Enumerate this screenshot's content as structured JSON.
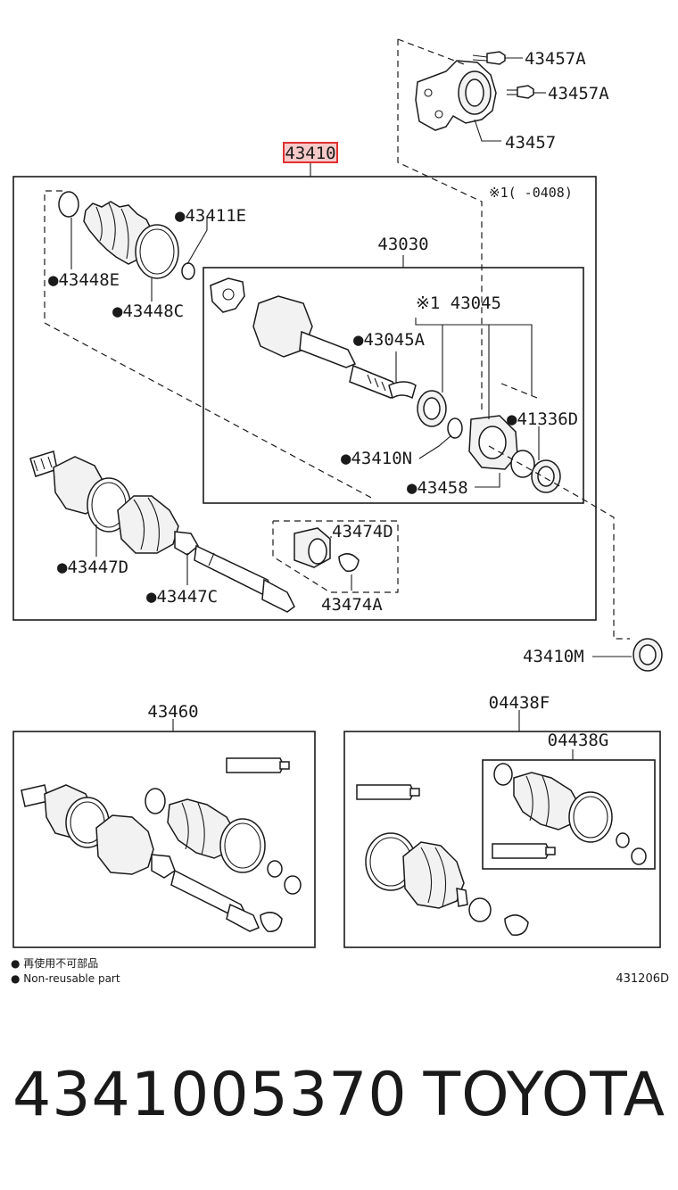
{
  "labels": {
    "main_assembly": "43410",
    "bracket_bolt_1": "43457A",
    "bracket_bolt_2": "43457A",
    "bracket": "43457",
    "note": "※1(    -0408)",
    "snap_ring_e": "●43411E",
    "inboard_joint": "43030",
    "clamp_e": "●43448E",
    "clamp_c": "●43448C",
    "repair_kit": "※1 43045",
    "bearing_a": "●43045A",
    "seal_d": "●41336D",
    "snap_ring_n": "●43410N",
    "retainer": "●43458",
    "outer_clamp_d": "●43447D",
    "outer_clamp_c": "●43447C",
    "damper_d": "43474D",
    "damper_a": "43474A",
    "bearing_m": "43410M",
    "outboard_kit": "43460",
    "boot_kit_f": "04438F",
    "boot_kit_g": "04438G"
  },
  "legend": {
    "chinese": "再使用不可部品",
    "english": "Non-reusable part"
  },
  "doc_code": "431206D",
  "footer": {
    "part_number": "4341005370",
    "brand": "TOYOTA"
  },
  "highlight_color": "#e03030"
}
